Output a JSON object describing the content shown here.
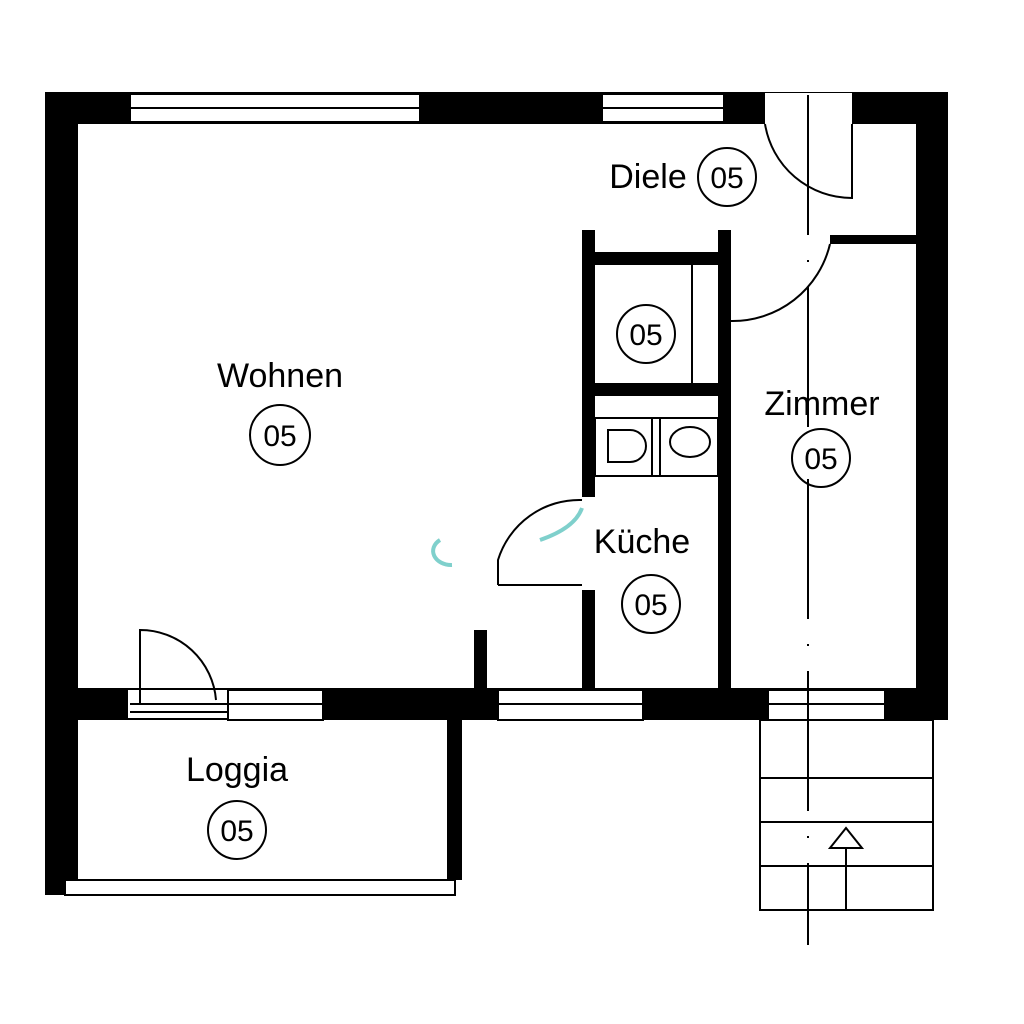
{
  "plan": {
    "rooms": {
      "wohnen": {
        "name": "Wohnen",
        "code": "05"
      },
      "diele": {
        "name": "Diele",
        "code": "05"
      },
      "abstell": {
        "name": "",
        "code": "05"
      },
      "zimmer": {
        "name": "Zimmer",
        "code": "05"
      },
      "kueche": {
        "name": "Küche",
        "code": "05"
      },
      "loggia": {
        "name": "Loggia",
        "code": "05"
      }
    },
    "colors": {
      "wall": "#000000",
      "accent": "#7fd0cc"
    }
  }
}
